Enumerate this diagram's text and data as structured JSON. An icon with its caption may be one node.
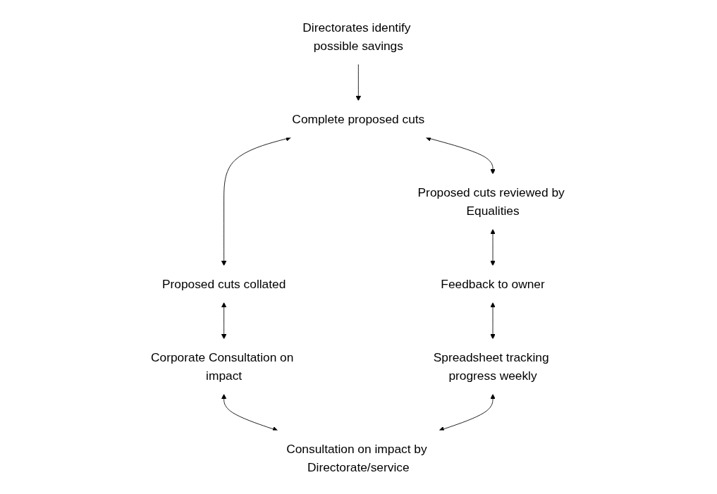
{
  "diagram": {
    "nodes": [
      {
        "text": [
          "Directorates identify possible savings"
        ]
      },
      {
        "text": [
          "Complete proposed cuts"
        ]
      },
      {
        "text": [
          "Proposed cuts reviewed by Equalities"
        ]
      },
      {
        "text": [
          "Proposed cuts collated"
        ]
      },
      {
        "text": [
          "Feedback to owner"
        ]
      },
      {
        "text": [
          "Spreadsheet tracking progress weekly"
        ]
      },
      {
        "text": [
          "Corporate Consultation on impact"
        ]
      },
      {
        "text": [
          "Consultation on impact by Directorate/service"
        ]
      }
    ],
    "edges": [
      {
        "from": 0,
        "to": 1,
        "arrow": "to"
      },
      {
        "from": 1,
        "to": 2,
        "arrow": "both"
      },
      {
        "from": 1,
        "to": 3,
        "arrow": "both"
      },
      {
        "from": 2,
        "to": 4,
        "arrow": "both"
      },
      {
        "from": 4,
        "to": 5,
        "arrow": "both"
      },
      {
        "from": 3,
        "to": 6,
        "arrow": "both"
      },
      {
        "from": 6,
        "to": 7,
        "arrow": "both"
      },
      {
        "from": 5,
        "to": 7,
        "arrow": "both"
      }
    ]
  }
}
